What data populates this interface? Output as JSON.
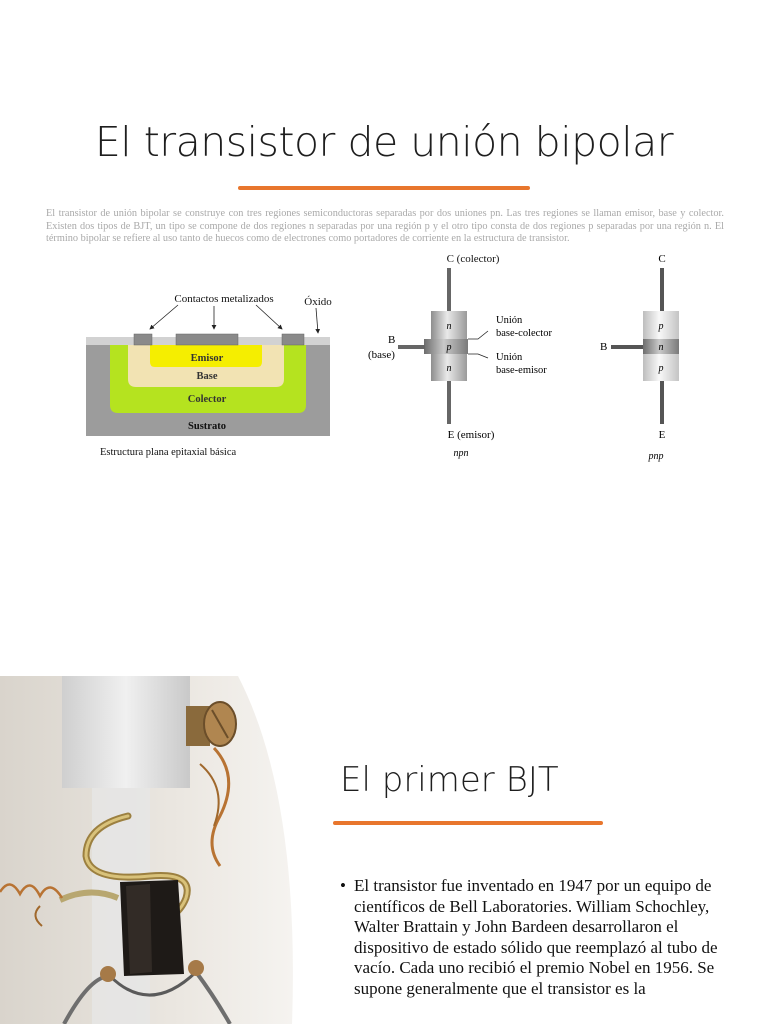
{
  "slide1": {
    "title": "El transistor de unión bipolar",
    "intro": "El transistor de unión bipolar se construye con tres regiones semiconductoras separadas por dos uniones pn. Las tres regiones se llaman emisor, base y colector. Existen dos tipos de BJT, un tipo se compone de dos regiones n separadas por una región p y el otro tipo consta de dos regiones p separadas por una región n. El término bipolar se refiere al uso tanto de huecos como de electrones como portadores de corriente en la estructura de transistor.",
    "structure": {
      "label_contacts": "Contactos metalizados",
      "label_oxide": "Óxido",
      "layer_emitter": "Emisor",
      "layer_base": "Base",
      "layer_collector": "Colector",
      "layer_substrate": "Sustrato",
      "caption": "Estructura plana epitaxial básica",
      "colors": {
        "emitter": "#f5ee00",
        "base": "#f2e3b3",
        "collector": "#b5e31f",
        "substrate": "#9c9c9c",
        "oxide": "#cfcfcf"
      }
    },
    "npn": {
      "collector_label": "C (colector)",
      "base_label": "B",
      "base_sub_label": "(base)",
      "emitter_label": "E (emisor)",
      "top_region": "n",
      "middle_region": "p",
      "bottom_region": "n",
      "junction1_line1": "Unión",
      "junction1_line2": "base-colector",
      "junction2_line1": "Unión",
      "junction2_line2": "base-emisor",
      "caption": "npn"
    },
    "pnp": {
      "collector_label": "C",
      "base_label": "B",
      "emitter_label": "E",
      "top_region": "p",
      "middle_region": "n",
      "bottom_region": "p",
      "caption": "pnp"
    },
    "accent_color": "#e8762d"
  },
  "slide2": {
    "title": "El primer BJT",
    "bullet_text": "El transistor fue inventado en 1947 por un equipo de científicos de Bell Laboratories. William Schochley, Walter Brattain y John Bardeen desarrollaron el dispositivo de estado sólido que reemplazó al tubo de vacío. Cada uno recibió el premio Nobel en 1956. Se supone generalmente que el transistor es la"
  }
}
